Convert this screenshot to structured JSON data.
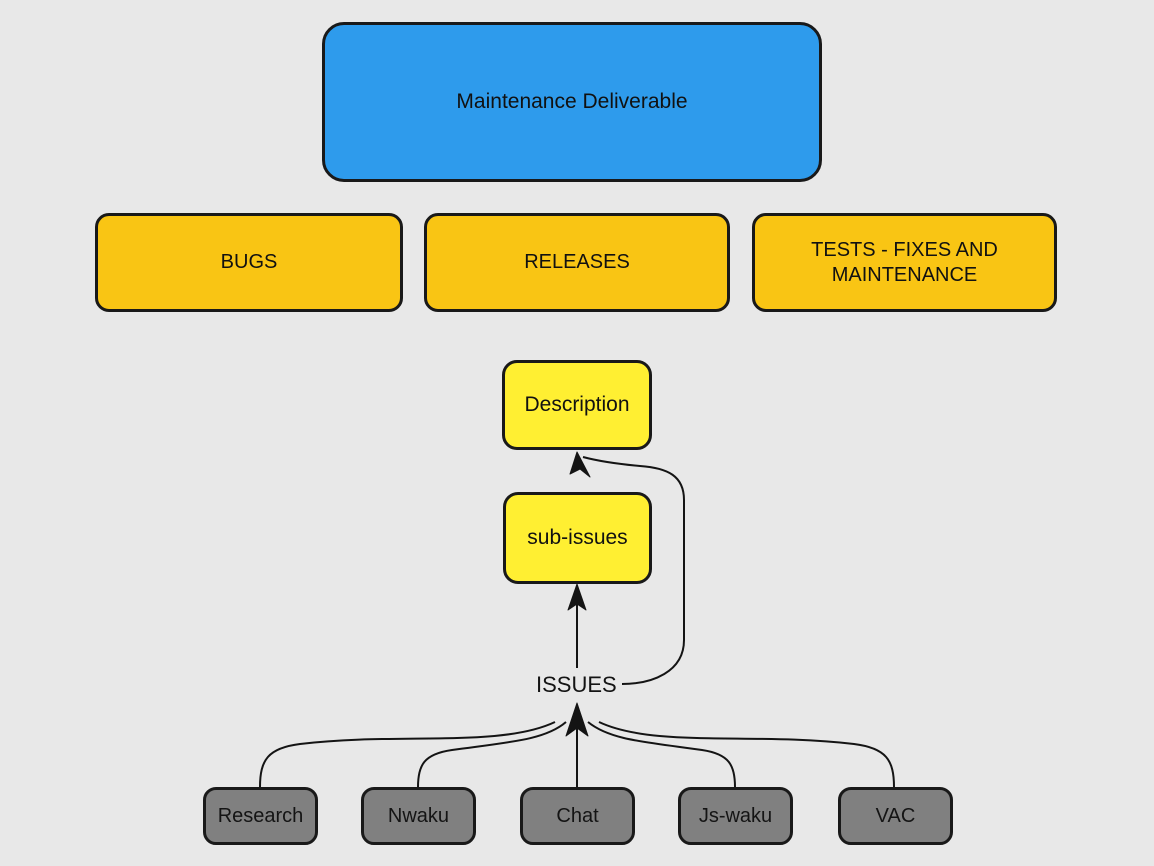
{
  "diagram": {
    "title_node": {
      "label": "Maintenance Deliverable",
      "color": "#2e9bec"
    },
    "categories": [
      {
        "label": "BUGS",
        "color": "#f9c514"
      },
      {
        "label": "RELEASES",
        "color": "#f9c514"
      },
      {
        "label": "TESTS - FIXES AND MAINTENANCE",
        "color": "#f9c514"
      }
    ],
    "issue_nodes": [
      {
        "label": "Description",
        "color": "#ffef32"
      },
      {
        "label": "sub-issues",
        "color": "#ffef32"
      }
    ],
    "edge_labels": [
      {
        "label": "ISSUES"
      }
    ],
    "sources": [
      {
        "label": "Research",
        "color": "#808080"
      },
      {
        "label": "Nwaku",
        "color": "#808080"
      },
      {
        "label": "Chat",
        "color": "#808080"
      },
      {
        "label": "Js-waku",
        "color": "#808080"
      },
      {
        "label": "VAC",
        "color": "#808080"
      }
    ],
    "background_color": "#e8e8e8",
    "stroke_color": "#141414"
  }
}
